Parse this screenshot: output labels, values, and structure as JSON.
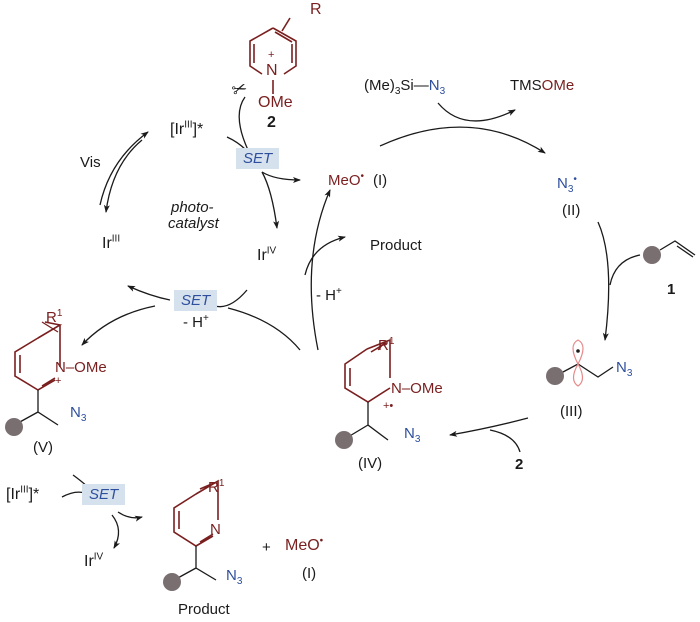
{
  "colors": {
    "ring": "#7a1f1f",
    "azide": "#2e4f9e",
    "set_box": "#d6e1ee",
    "substituent_dot": "#7a6f70",
    "orbital": "#e88a8a"
  },
  "photocatalyst_cycle": {
    "excited": "[Ir",
    "excited_sup": "III",
    "excited_tail": "]*",
    "light": "Vis",
    "ground": "Ir",
    "ground_sup": "III",
    "oxidized": "Ir",
    "oxidized_sup": "IV",
    "center_label_1": "photo-",
    "center_label_2": "catalyst",
    "set_top": "SET",
    "set_bottom": "SET",
    "minus_h_bottom": "- H",
    "minus_h_sup": "+"
  },
  "reagent_2": {
    "r_label": "R",
    "n_label": "N",
    "n_charge": "+",
    "ome": "OMe",
    "number": "2",
    "cleave_icon": "✂"
  },
  "radical_cycle": {
    "meo": "MeO",
    "meo_dot": "•",
    "meo_id": "(I)",
    "tmsn3_prefix": "(Me)",
    "tmsn3_sub": "3",
    "tmsn3_si": "Si",
    "tmsn3_bond": "—",
    "tmsn3_n": "N",
    "tmsn3_n_sub": "3",
    "tms": "TMS",
    "ome": "OMe",
    "n3": "N",
    "n3_sub": "3",
    "n3_dot": "•",
    "n3_id": "(II)",
    "alkene_number": "1",
    "int3_n3": "N",
    "int3_n3_sub": "3",
    "int3_id": "(III)",
    "reagent_2_number": "2",
    "int4_r": "R",
    "int4_r_sup": "1",
    "int4_n": "N",
    "int4_ome": "–OMe",
    "int4_charge": "+•",
    "int4_n3": "N",
    "int4_n3_sub": "3",
    "int4_id": "(IV)",
    "minus_h": "- H",
    "minus_h_sup": "+",
    "product": "Product"
  },
  "intermediate_5": {
    "r": "R",
    "r_sup": "1",
    "n": "N",
    "ome": "–OMe",
    "charge": "+",
    "n3": "N",
    "n3_sub": "3",
    "id": "(V)"
  },
  "final_step": {
    "excited": "[Ir",
    "excited_sup": "III",
    "excited_tail": "]*",
    "set": "SET",
    "oxidized": "Ir",
    "oxidized_sup": "IV",
    "r": "R",
    "r_sup": "1",
    "n": "N",
    "n3": "N",
    "n3_sub": "3",
    "plus": "+",
    "meo": "MeO",
    "meo_dot": "•",
    "meo_id": "(I)",
    "product": "Product"
  }
}
